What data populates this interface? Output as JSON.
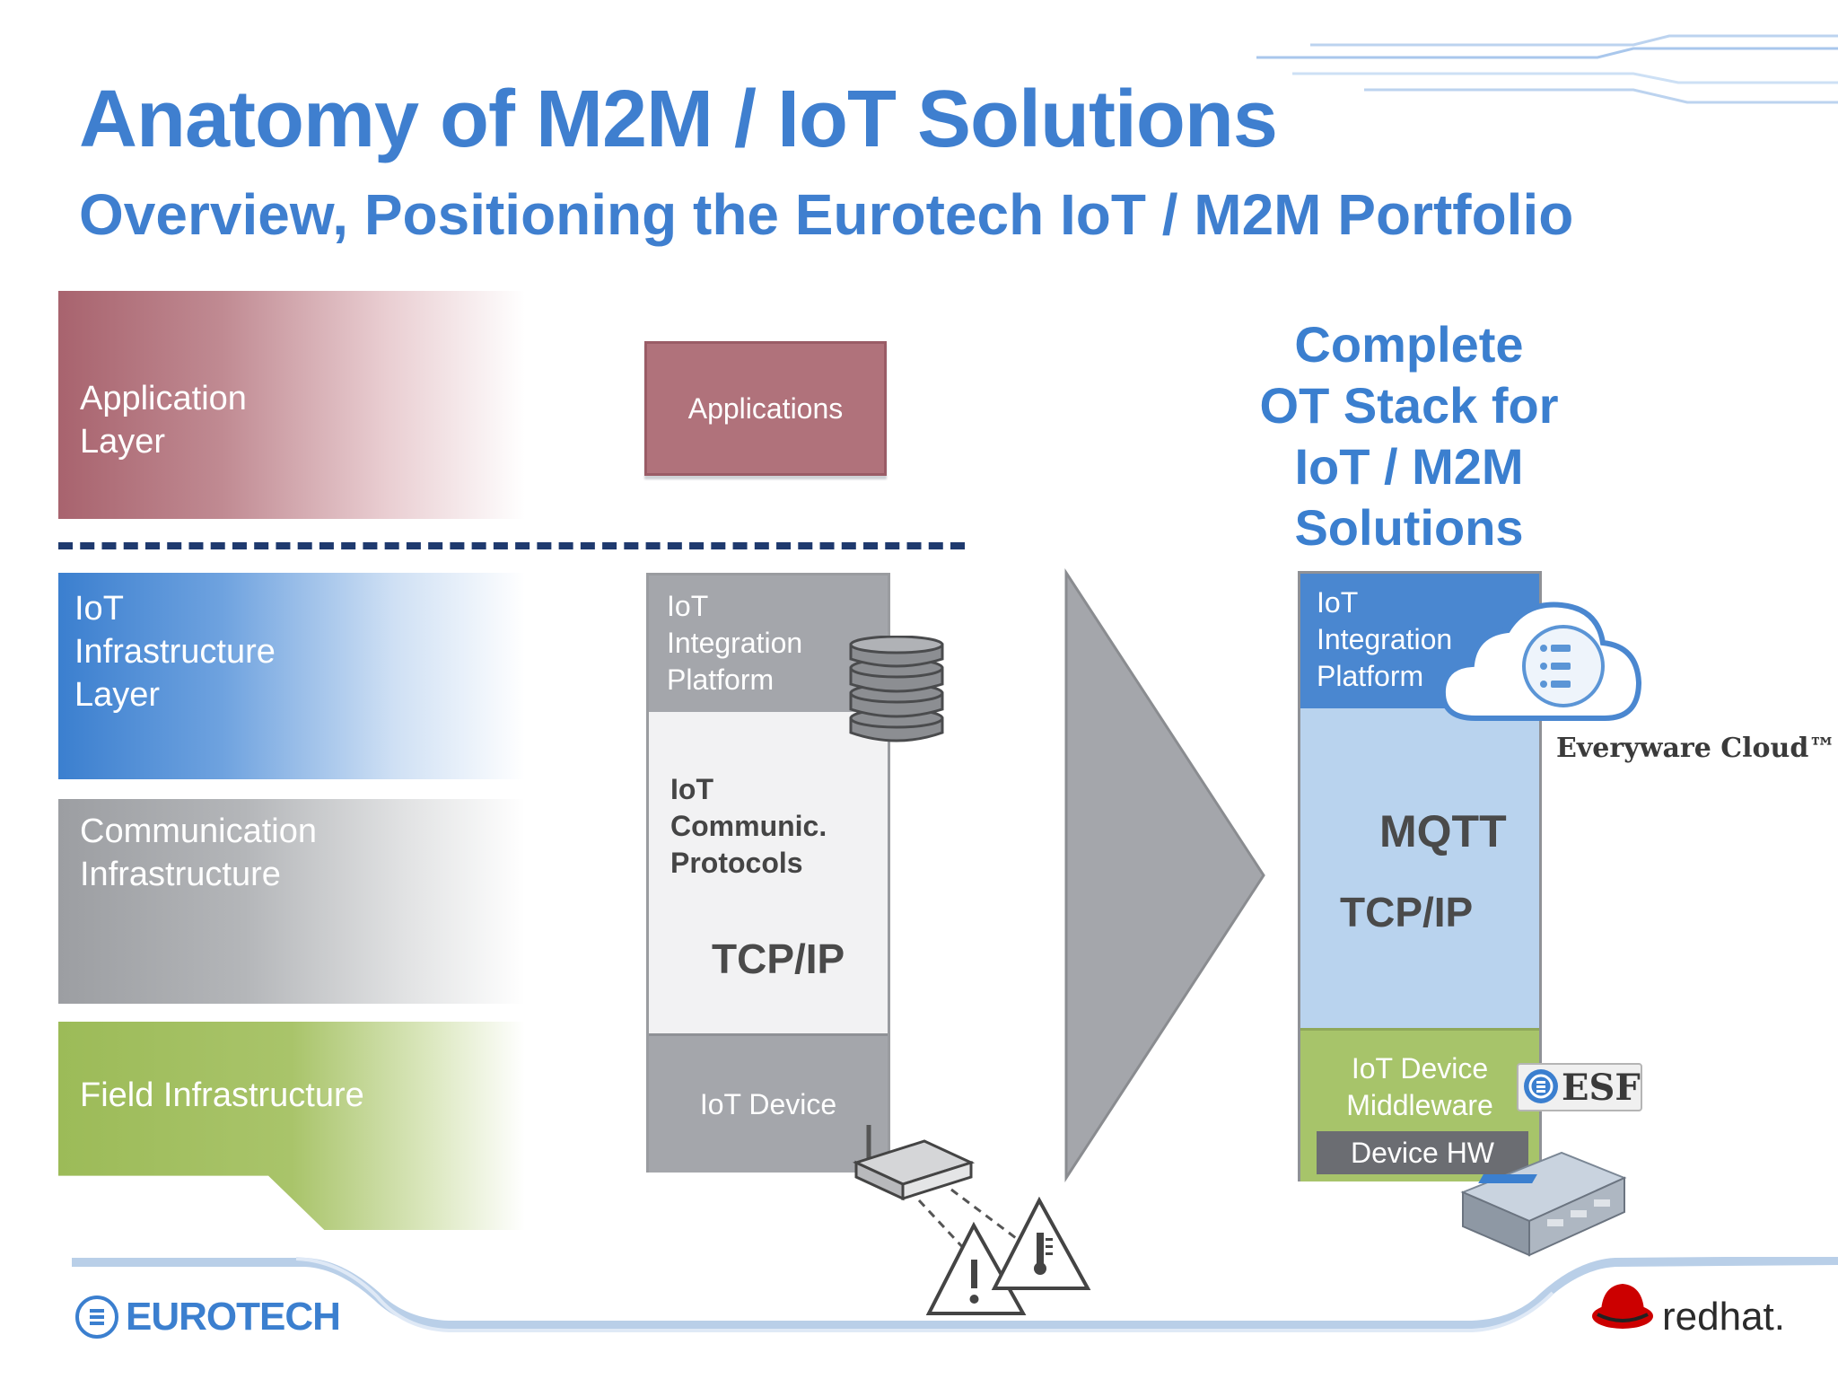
{
  "header": {
    "title": "Anatomy of M2M / IoT Solutions",
    "subtitle": "Overview, Positioning the Eurotech IoT / M2M Portfolio"
  },
  "layers": {
    "application": "Application\nLayer",
    "iot_infrastructure": "IoT\nInfrastructure\nLayer",
    "communication": "Communication\nInfrastructure",
    "field": "Field Infrastructure"
  },
  "middle_stack": {
    "applications": "Applications",
    "integration_platform": "IoT\nIntegration\nPlatform",
    "protocols": "IoT\nCommunic.\nProtocols",
    "tcpip": "TCP/IP",
    "device": "IoT Device"
  },
  "right_stack": {
    "heading": "Complete\nOT Stack for\nIoT / M2M\nSolutions",
    "integration_platform": "IoT\nIntegration\nPlatform",
    "mqtt": "MQTT",
    "tcpip": "TCP/IP",
    "middleware": "IoT Device\nMiddleware",
    "device_hw": "Device HW",
    "cloud_caption": "Everyware Cloud™",
    "esf_badge": "ESF"
  },
  "footer": {
    "left_logo": "EUROTECH",
    "right_logo": "redhat."
  },
  "colors": {
    "title_blue": "#3f7fcf",
    "application_red": "#b0727b",
    "iot_blue": "#4a87d0",
    "light_blue": "#b9d3ee",
    "field_green": "#a7c46a",
    "stack_gray": "#a4a6ab",
    "dash_navy": "#1f3a6e"
  }
}
